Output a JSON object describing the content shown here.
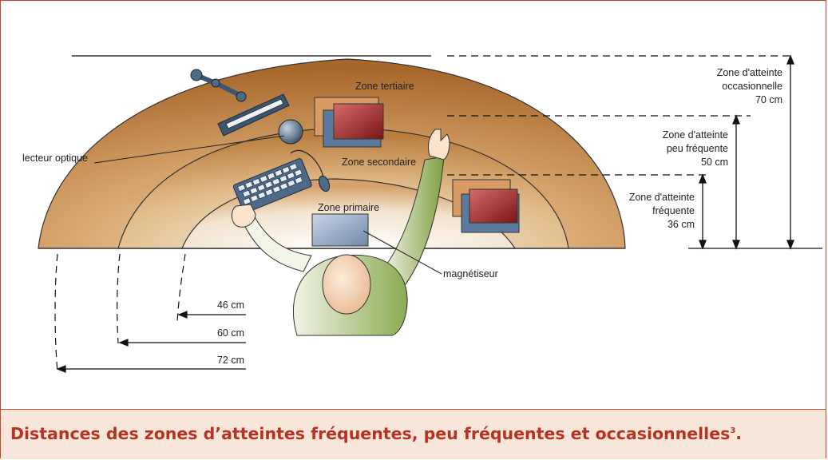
{
  "zones": {
    "tertiary": "Zone tertiaire",
    "secondary": "Zone secondaire",
    "primary": "Zone primaire"
  },
  "labels": {
    "optical_reader": "lecteur optique",
    "magnetizer": "magnétiseur"
  },
  "reach": {
    "occasional": [
      "Zone d'atteinte",
      "occasionnelle",
      "70 cm"
    ],
    "infrequent": [
      "Zone d'atteinte",
      "peu fréquente",
      "50 cm"
    ],
    "frequent": [
      "Zone d'atteinte",
      "fréquente",
      "36 cm"
    ]
  },
  "distances": {
    "d46": "46 cm",
    "d60": "60 cm",
    "d72": "72 cm"
  },
  "caption": {
    "text": "Distances des zones d’atteintes fréquentes, peu fréquentes et occasionnelles",
    "superscript": "3",
    "suffix": "."
  }
}
